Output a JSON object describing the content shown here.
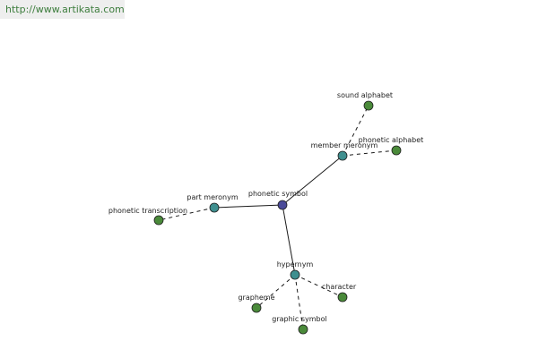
{
  "watermark": {
    "text": "http://www.artikata.com"
  },
  "colors": {
    "center": "#4a4a98",
    "relation": "#3f8f8f",
    "leaf": "#4a8a3a",
    "node_stroke": "#1e1e1e",
    "edge": "#1a1a1a"
  },
  "graph": {
    "nodes": [
      {
        "id": "phonetic-symbol",
        "label": "phonetic symbol",
        "kind": "center"
      },
      {
        "id": "member-meronym",
        "label": "member meronym",
        "kind": "relation"
      },
      {
        "id": "part-meronym",
        "label": "part meronym",
        "kind": "relation"
      },
      {
        "id": "hypernym",
        "label": "hypernym",
        "kind": "relation"
      },
      {
        "id": "sound-alphabet",
        "label": "sound alphabet",
        "kind": "leaf"
      },
      {
        "id": "phonetic-alphabet",
        "label": "phonetic alphabet",
        "kind": "leaf"
      },
      {
        "id": "phonetic-transcription",
        "label": "phonetic transcription",
        "kind": "leaf"
      },
      {
        "id": "grapheme",
        "label": "grapheme",
        "kind": "leaf"
      },
      {
        "id": "character",
        "label": "character",
        "kind": "leaf"
      },
      {
        "id": "graphic-symbol",
        "label": "graphic symbol",
        "kind": "leaf"
      }
    ],
    "edges": [
      {
        "from": "phonetic-symbol",
        "to": "member-meronym",
        "style": "solid"
      },
      {
        "from": "phonetic-symbol",
        "to": "part-meronym",
        "style": "solid"
      },
      {
        "from": "phonetic-symbol",
        "to": "hypernym",
        "style": "solid"
      },
      {
        "from": "member-meronym",
        "to": "sound-alphabet",
        "style": "dashed"
      },
      {
        "from": "member-meronym",
        "to": "phonetic-alphabet",
        "style": "dashed"
      },
      {
        "from": "part-meronym",
        "to": "phonetic-transcription",
        "style": "dashed"
      },
      {
        "from": "hypernym",
        "to": "grapheme",
        "style": "dashed"
      },
      {
        "from": "hypernym",
        "to": "character",
        "style": "dashed"
      },
      {
        "from": "hypernym",
        "to": "graphic-symbol",
        "style": "dashed"
      }
    ]
  }
}
